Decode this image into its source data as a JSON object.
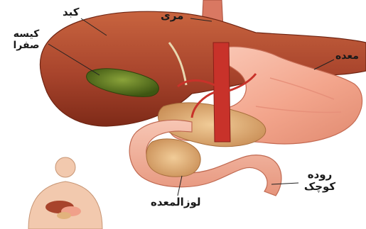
{
  "labels": {
    "liver": "کبد",
    "gallbladder_line1": "کیسه",
    "gallbladder_line2": "صفرا",
    "esophagus": "مری",
    "stomach": "معده",
    "pancreas": "لوزالمعده",
    "small_intestine_line1": "روده",
    "small_intestine_line2": "کوچک"
  },
  "colors": {
    "liver": "#a8442c",
    "liver_highlight": "#c9694a",
    "gallbladder": "#4f6a1c",
    "stomach": "#f0a08a",
    "stomach_highlight": "#f8c7b6",
    "intestine": "#f2b09a",
    "pancreas": "#e2b27c",
    "aorta": "#c8322a",
    "vein": "#d44a3a",
    "background": "#ffffff"
  }
}
